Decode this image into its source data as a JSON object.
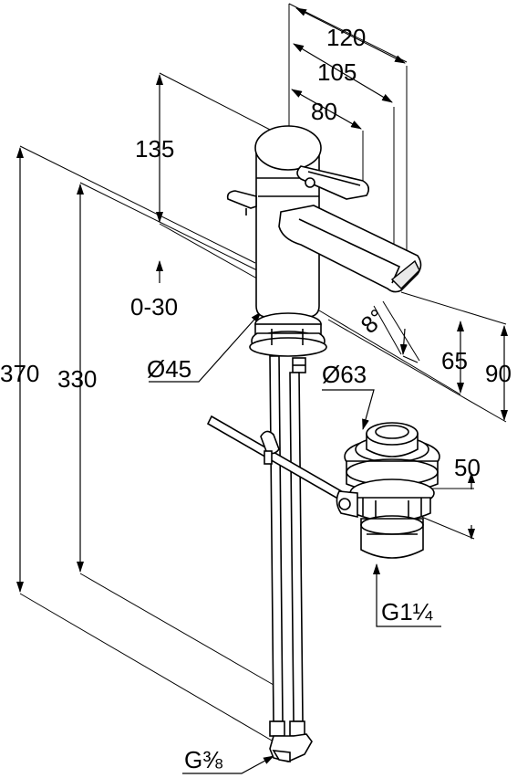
{
  "dimensions": {
    "width_120": "120",
    "width_105": "105",
    "width_80": "80",
    "height_135": "135",
    "range_0_30": "0-30",
    "angle_8": "8°",
    "dia_45": "Ø45",
    "dia_63": "Ø63",
    "height_65": "65",
    "height_90": "90",
    "height_370": "370",
    "height_330": "330",
    "height_50": "50",
    "thread_g114": "G1¼",
    "thread_g38": "G⅜"
  }
}
